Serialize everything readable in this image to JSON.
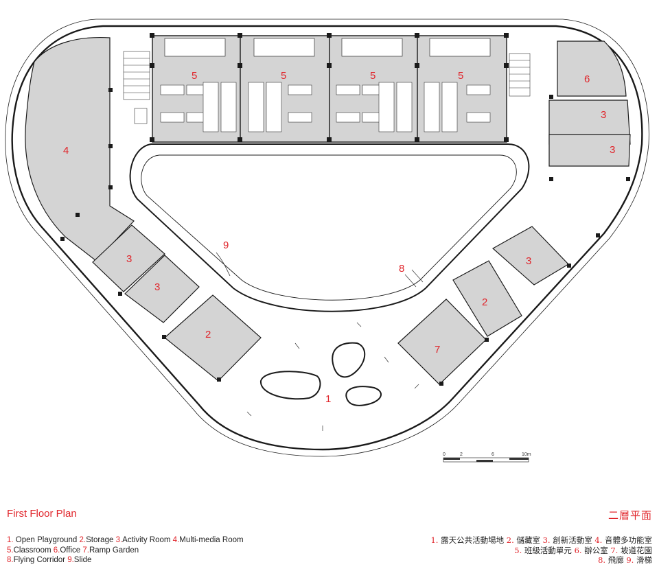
{
  "plan": {
    "labels": {
      "open_playground": "1",
      "ramp_garden": "7",
      "slide": "9",
      "flying_corridor": "8",
      "multimedia_room": "4",
      "office": "6",
      "storage": "2",
      "activity_room": "3",
      "classroom": "5"
    },
    "scale_bar": {
      "ticks": [
        "0",
        "2",
        "6",
        "10m"
      ]
    }
  },
  "title": {
    "en": "First Floor Plan",
    "zh": "二層平面"
  },
  "legend": {
    "en": [
      [
        {
          "n": "1.",
          "t": " Open Playground "
        },
        {
          "n": "2.",
          "t": "Storage "
        },
        {
          "n": "3.",
          "t": "Activity Room "
        },
        {
          "n": "4.",
          "t": "Multi-media Room"
        }
      ],
      [
        {
          "n": "5.",
          "t": "Classroom "
        },
        {
          "n": "6.",
          "t": "Office "
        },
        {
          "n": "7.",
          "t": "Ramp Garden"
        }
      ],
      [
        {
          "n": "8.",
          "t": "Flying Corridor "
        },
        {
          "n": "9.",
          "t": "Slide"
        }
      ]
    ],
    "zh": [
      [
        {
          "n": "1.",
          "t": " 露天公共活動場地 "
        },
        {
          "n": "2.",
          "t": " 儲藏室 "
        },
        {
          "n": "3.",
          "t": " 創新活動室 "
        },
        {
          "n": "4.",
          "t": " 音體多功能室"
        }
      ],
      [
        {
          "n": "5.",
          "t": " 班級活動單元 "
        },
        {
          "n": "6.",
          "t": " 辦公室 "
        },
        {
          "n": "7.",
          "t": " 坡道花園"
        }
      ],
      [
        {
          "n": "8.",
          "t": " 飛廊 "
        },
        {
          "n": "9.",
          "t": " 滑梯"
        }
      ]
    ]
  },
  "colors": {
    "label_red": "#e0242a",
    "room_fill": "#d4d4d4",
    "wall": "#1a1a1a"
  }
}
